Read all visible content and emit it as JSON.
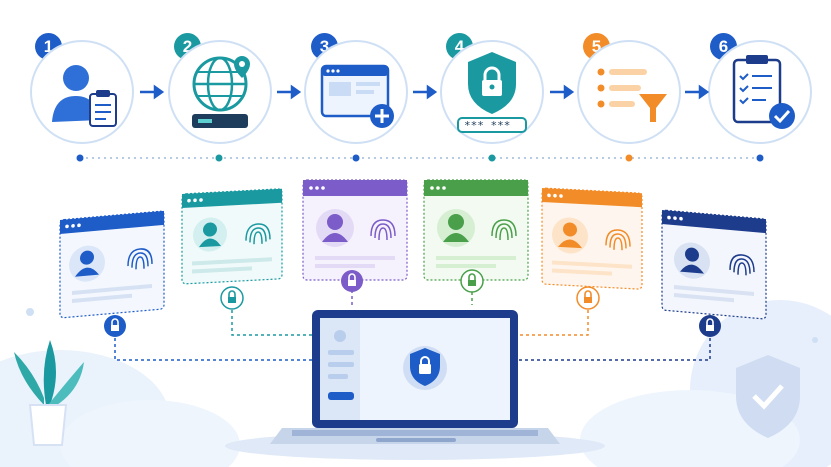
{
  "steps": [
    {
      "number": "1",
      "icon": "user-clipboard-icon",
      "color": "#1e5cc8"
    },
    {
      "number": "2",
      "icon": "globe-router-icon",
      "color": "#1a9aa0"
    },
    {
      "number": "3",
      "icon": "browser-add-icon",
      "color": "#1e5cc8"
    },
    {
      "number": "4",
      "icon": "shield-lock-password-icon",
      "color": "#1a9aa0"
    },
    {
      "number": "5",
      "icon": "list-filter-icon",
      "color": "#f28c28"
    },
    {
      "number": "6",
      "icon": "checklist-approved-icon",
      "color": "#1e5cc8"
    }
  ],
  "profiles": [
    {
      "icon": "profile-fingerprint-icon",
      "color": "#1e5cc8"
    },
    {
      "icon": "profile-fingerprint-icon",
      "color": "#1a9aa0"
    },
    {
      "icon": "profile-fingerprint-icon",
      "color": "#7b5cc8"
    },
    {
      "icon": "profile-fingerprint-icon",
      "color": "#4aa04a"
    },
    {
      "icon": "profile-fingerprint-icon",
      "color": "#f28c28"
    },
    {
      "icon": "profile-fingerprint-icon",
      "color": "#1e3c8c"
    }
  ],
  "center_device": {
    "icon": "laptop-shield-lock-icon",
    "color": "#1e5cc8"
  },
  "decor": {
    "plant": "plant-icon",
    "shield": "shield-check-icon"
  }
}
